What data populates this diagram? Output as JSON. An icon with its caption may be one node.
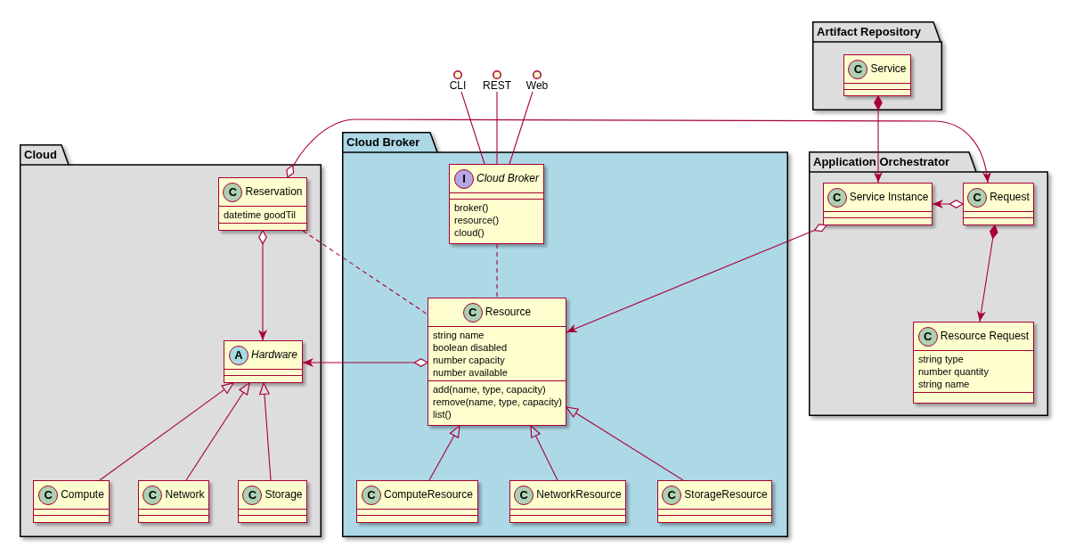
{
  "diagram": {
    "nodes": [
      {
        "text": [
          "Cloud"
        ]
      },
      {
        "text": [
          "C",
          "Reservation",
          "datetime goodTil"
        ],
        "in": 0
      },
      {
        "text": [
          "A",
          "Hardware"
        ],
        "in": 0
      },
      {
        "text": [
          "C",
          "Compute"
        ],
        "in": 0
      },
      {
        "text": [
          "C",
          "Network"
        ],
        "in": 0
      },
      {
        "text": [
          "C",
          "Storage"
        ],
        "in": 0
      },
      {
        "text": [
          "Cloud Broker"
        ]
      },
      {
        "text": [
          "I",
          "Cloud Broker",
          "broker()",
          "resource()",
          "cloud()"
        ],
        "in": 6
      },
      {
        "text": [
          "C",
          "Resource",
          "string name",
          "boolean disabled",
          "number capacity",
          "number available",
          "add(name, type, capacity)",
          "remove(name, type, capacity)",
          "list()"
        ],
        "in": 6
      },
      {
        "text": [
          "C",
          "ComputeResource"
        ],
        "in": 6
      },
      {
        "text": [
          "C",
          "NetworkResource"
        ],
        "in": 6
      },
      {
        "text": [
          "C",
          "StorageResource"
        ],
        "in": 6
      },
      {
        "text": [
          "CLI"
        ]
      },
      {
        "text": [
          "REST"
        ]
      },
      {
        "text": [
          "Web"
        ]
      },
      {
        "text": [
          "Artifact Repository"
        ]
      },
      {
        "text": [
          "C",
          "Service"
        ],
        "in": 15
      },
      {
        "text": [
          "Application Orchestrator"
        ]
      },
      {
        "text": [
          "C",
          "Service Instance"
        ],
        "in": 17
      },
      {
        "text": [
          "C",
          "Request"
        ],
        "in": 17
      },
      {
        "text": [
          "C",
          "Resource Request",
          "string type",
          "number quantity",
          "string name"
        ],
        "in": 17
      }
    ],
    "edges": [
      {
        "from": 1,
        "to": 19,
        "arrow": "to"
      },
      {
        "from": 1,
        "to": 2,
        "arrow": "to"
      },
      {
        "from": 8,
        "to": 2,
        "arrow": "to"
      },
      {
        "from": 3,
        "to": 2,
        "arrow": "to"
      },
      {
        "from": 4,
        "to": 2,
        "arrow": "to"
      },
      {
        "from": 5,
        "to": 2,
        "arrow": "to"
      },
      {
        "from": 1,
        "to": 8,
        "arrow": "none",
        "style": "dashed"
      },
      {
        "from": 7,
        "to": 8,
        "arrow": "none",
        "style": "dashed"
      },
      {
        "from": 12,
        "to": 7,
        "arrow": "none"
      },
      {
        "from": 13,
        "to": 7,
        "arrow": "none"
      },
      {
        "from": 14,
        "to": 7,
        "arrow": "none"
      },
      {
        "from": 9,
        "to": 8,
        "arrow": "to"
      },
      {
        "from": 10,
        "to": 8,
        "arrow": "to"
      },
      {
        "from": 11,
        "to": 8,
        "arrow": "to"
      },
      {
        "from": 18,
        "to": 8,
        "arrow": "to"
      },
      {
        "from": 16,
        "to": 18,
        "arrow": "to"
      },
      {
        "from": 19,
        "to": 18,
        "arrow": "to"
      },
      {
        "from": 19,
        "to": 20,
        "arrow": "to"
      }
    ]
  }
}
